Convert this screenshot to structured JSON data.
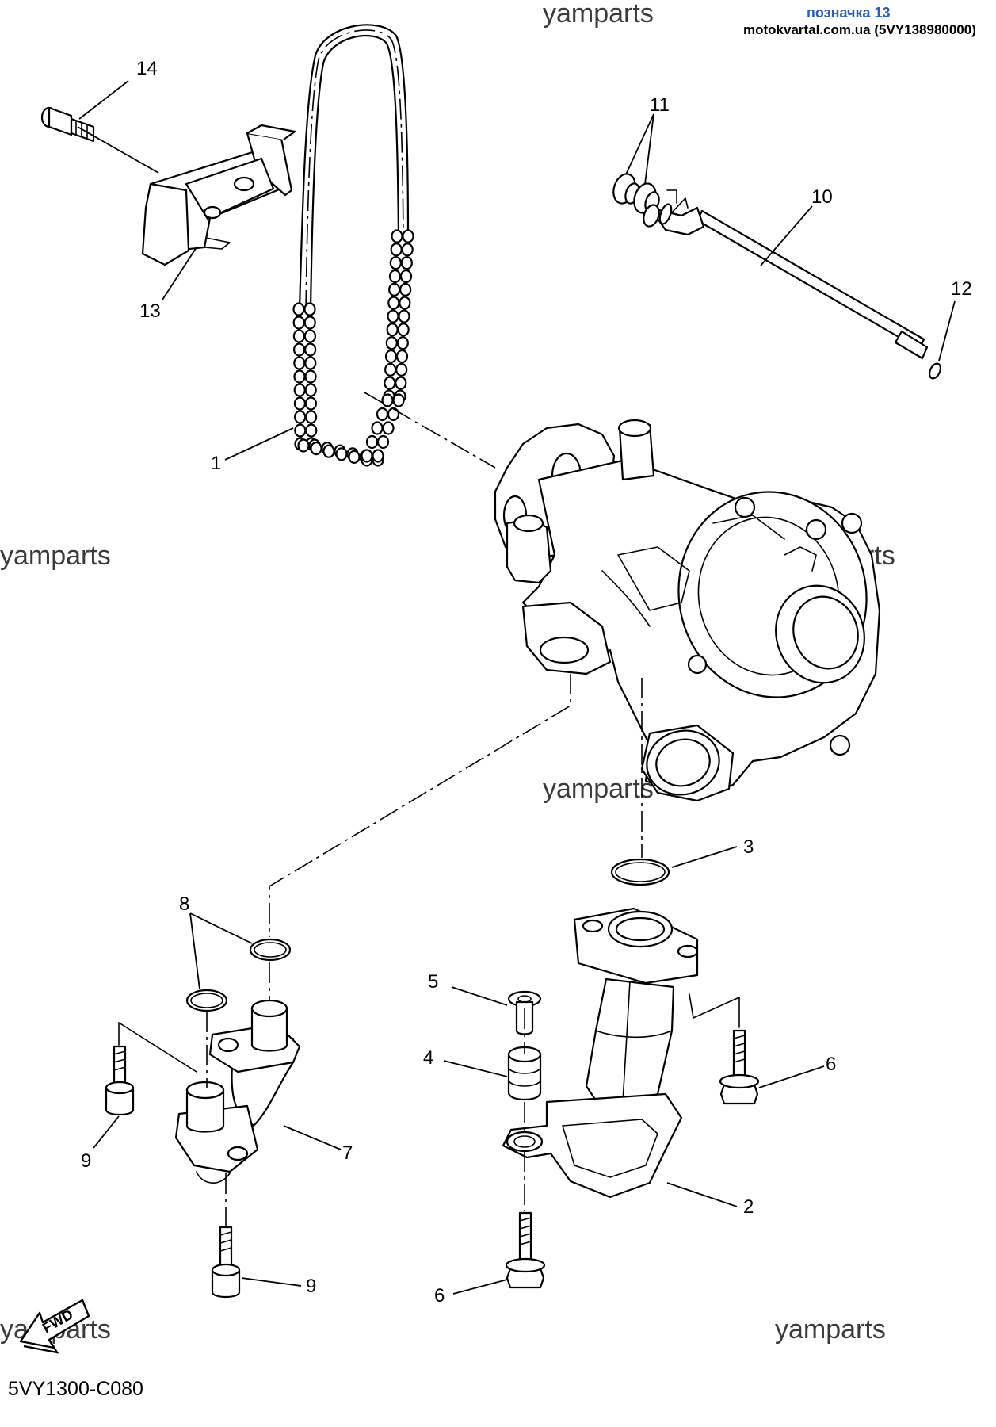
{
  "header": {
    "label": "позначка 13",
    "site": "motokvartal.com.ua (5VY138980000)"
  },
  "watermark": "yamparts",
  "diagram_code": "5VY1300-C080",
  "fwd_label": "FWD",
  "callouts": {
    "c1": "1",
    "c2": "2",
    "c3": "3",
    "c4": "4",
    "c5": "5",
    "c6a": "6",
    "c6b": "6",
    "c7": "7",
    "c8": "8",
    "c9a": "9",
    "c9b": "9",
    "c10": "10",
    "c11": "11",
    "c12": "12",
    "c13": "13",
    "c14": "14"
  },
  "colors": {
    "header_label": "#2a5db5",
    "line": "#000000",
    "watermark": "#3a3a3a"
  }
}
